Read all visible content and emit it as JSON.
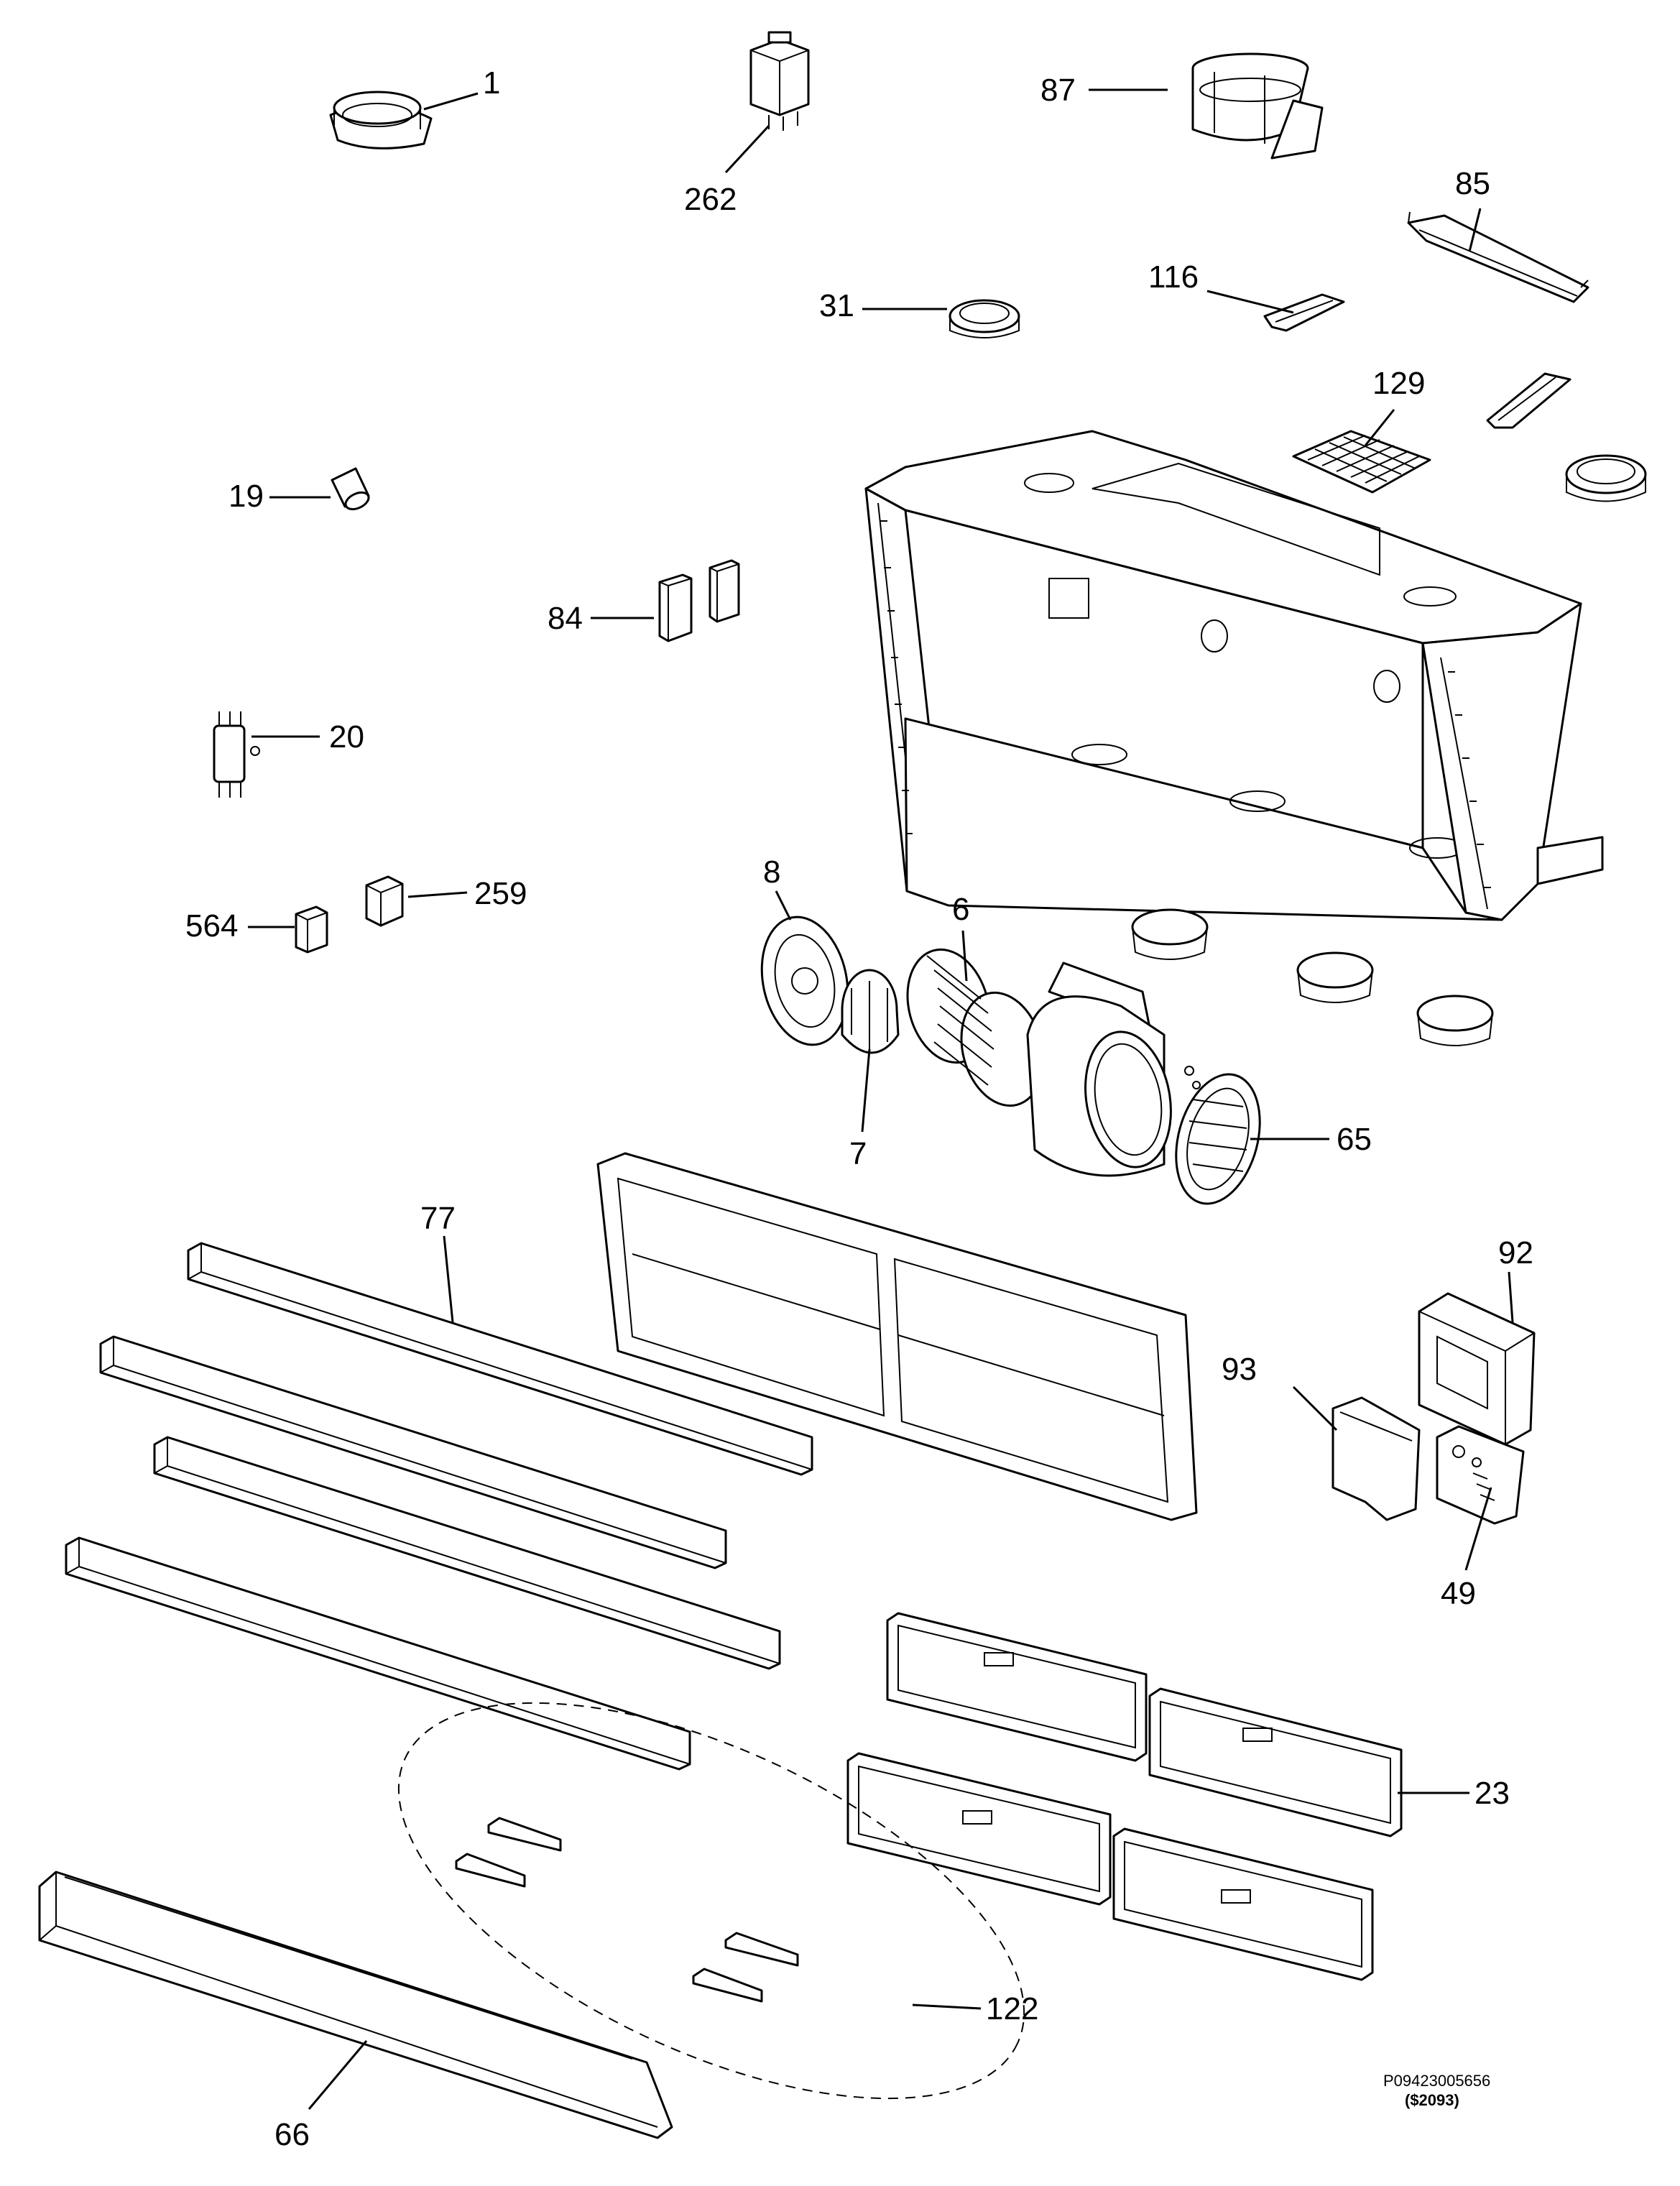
{
  "diagram": {
    "callouts": [
      "1",
      "262",
      "87",
      "85",
      "116",
      "31",
      "129",
      "19",
      "84",
      "20",
      "259",
      "564",
      "8",
      "6",
      "7",
      "65",
      "77",
      "92",
      "93",
      "49",
      "23",
      "122",
      "66"
    ],
    "footer": {
      "code": "P09423005656",
      "price": "($2093)"
    }
  }
}
